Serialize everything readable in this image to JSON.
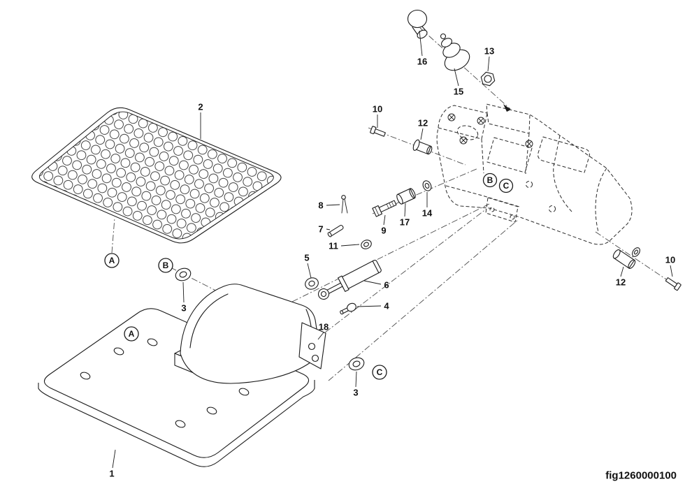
{
  "figure": {
    "code": "fig1260000100"
  },
  "callouts": {
    "1": "1",
    "2": "2",
    "3": "3",
    "4": "4",
    "5": "5",
    "6": "6",
    "7": "7",
    "8": "8",
    "9": "9",
    "10": "10",
    "11": "11",
    "12": "12",
    "13": "13",
    "14": "14",
    "15": "15",
    "16": "16",
    "17": "17",
    "18": "18"
  },
  "view_refs": {
    "A": "A",
    "B": "B",
    "C": "C"
  },
  "colors": {
    "line": "#1a1a1a",
    "background": "#ffffff"
  }
}
